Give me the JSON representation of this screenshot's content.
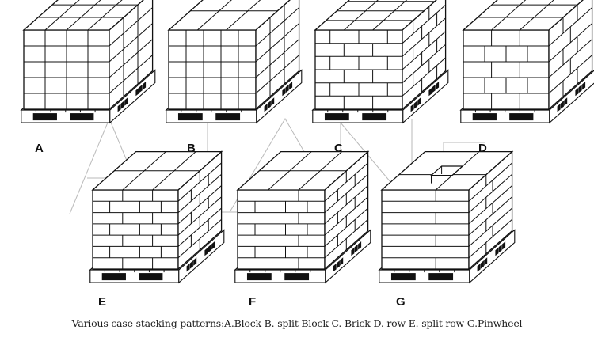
{
  "figure": {
    "pallets": [
      {
        "label": "A",
        "pattern": "block"
      },
      {
        "label": "B",
        "pattern": "split-block"
      },
      {
        "label": "C",
        "pattern": "brick"
      },
      {
        "label": "D",
        "pattern": "row"
      },
      {
        "label": "E",
        "pattern": "split-row"
      },
      {
        "label": "F",
        "pattern": "split-row"
      },
      {
        "label": "G",
        "pattern": "pinwheel"
      }
    ],
    "caption": "Various case stacking patterns:A.Block  B.  split Block  C.  Brick  D.  row  E.  split row  G.Pinwheel",
    "watermark": "ALANE",
    "colors": {
      "ink": "#111111",
      "box_fill": "#ffffff",
      "watermark": "#b9b9b9"
    }
  }
}
